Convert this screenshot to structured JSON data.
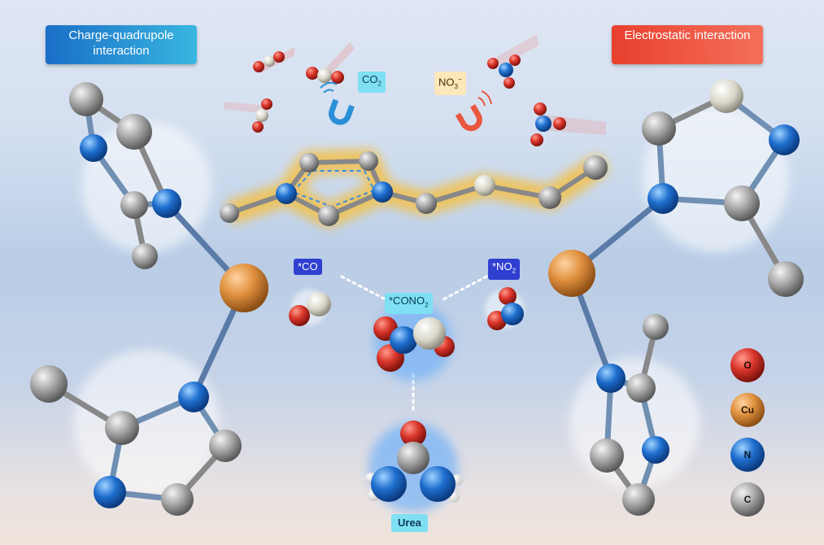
{
  "titles": {
    "left": "Charge-quadrupole interaction",
    "right": "Electrostatic interaction"
  },
  "labels": {
    "co2": {
      "main": "CO",
      "sub": "2"
    },
    "no3": {
      "main": "NO",
      "sub": "3",
      "sup": "−"
    },
    "co": "*CO",
    "no2": {
      "main": "*NO",
      "sub": "2"
    },
    "cono2": {
      "main": "*CONO",
      "sub": "2"
    },
    "urea": "Urea"
  },
  "legend": [
    {
      "symbol": "O",
      "color": "#d9352a"
    },
    {
      "symbol": "Cu",
      "color": "#e0913f"
    },
    {
      "symbol": "N",
      "color": "#1f6fcf"
    },
    {
      "symbol": "C",
      "color": "#a9a9a9"
    }
  ],
  "colors": {
    "carbon": "#a9a9a9",
    "nitrogen": "#1f6fcf",
    "oxygen": "#d9352a",
    "copper": "#e0913f",
    "hydrogen": "#ffffff",
    "glow": "#f2c14e",
    "magnet_left": "#2a8fd6",
    "magnet_right": "#e9573f"
  },
  "icons": [
    "magnet-icon-left",
    "magnet-icon-right"
  ]
}
